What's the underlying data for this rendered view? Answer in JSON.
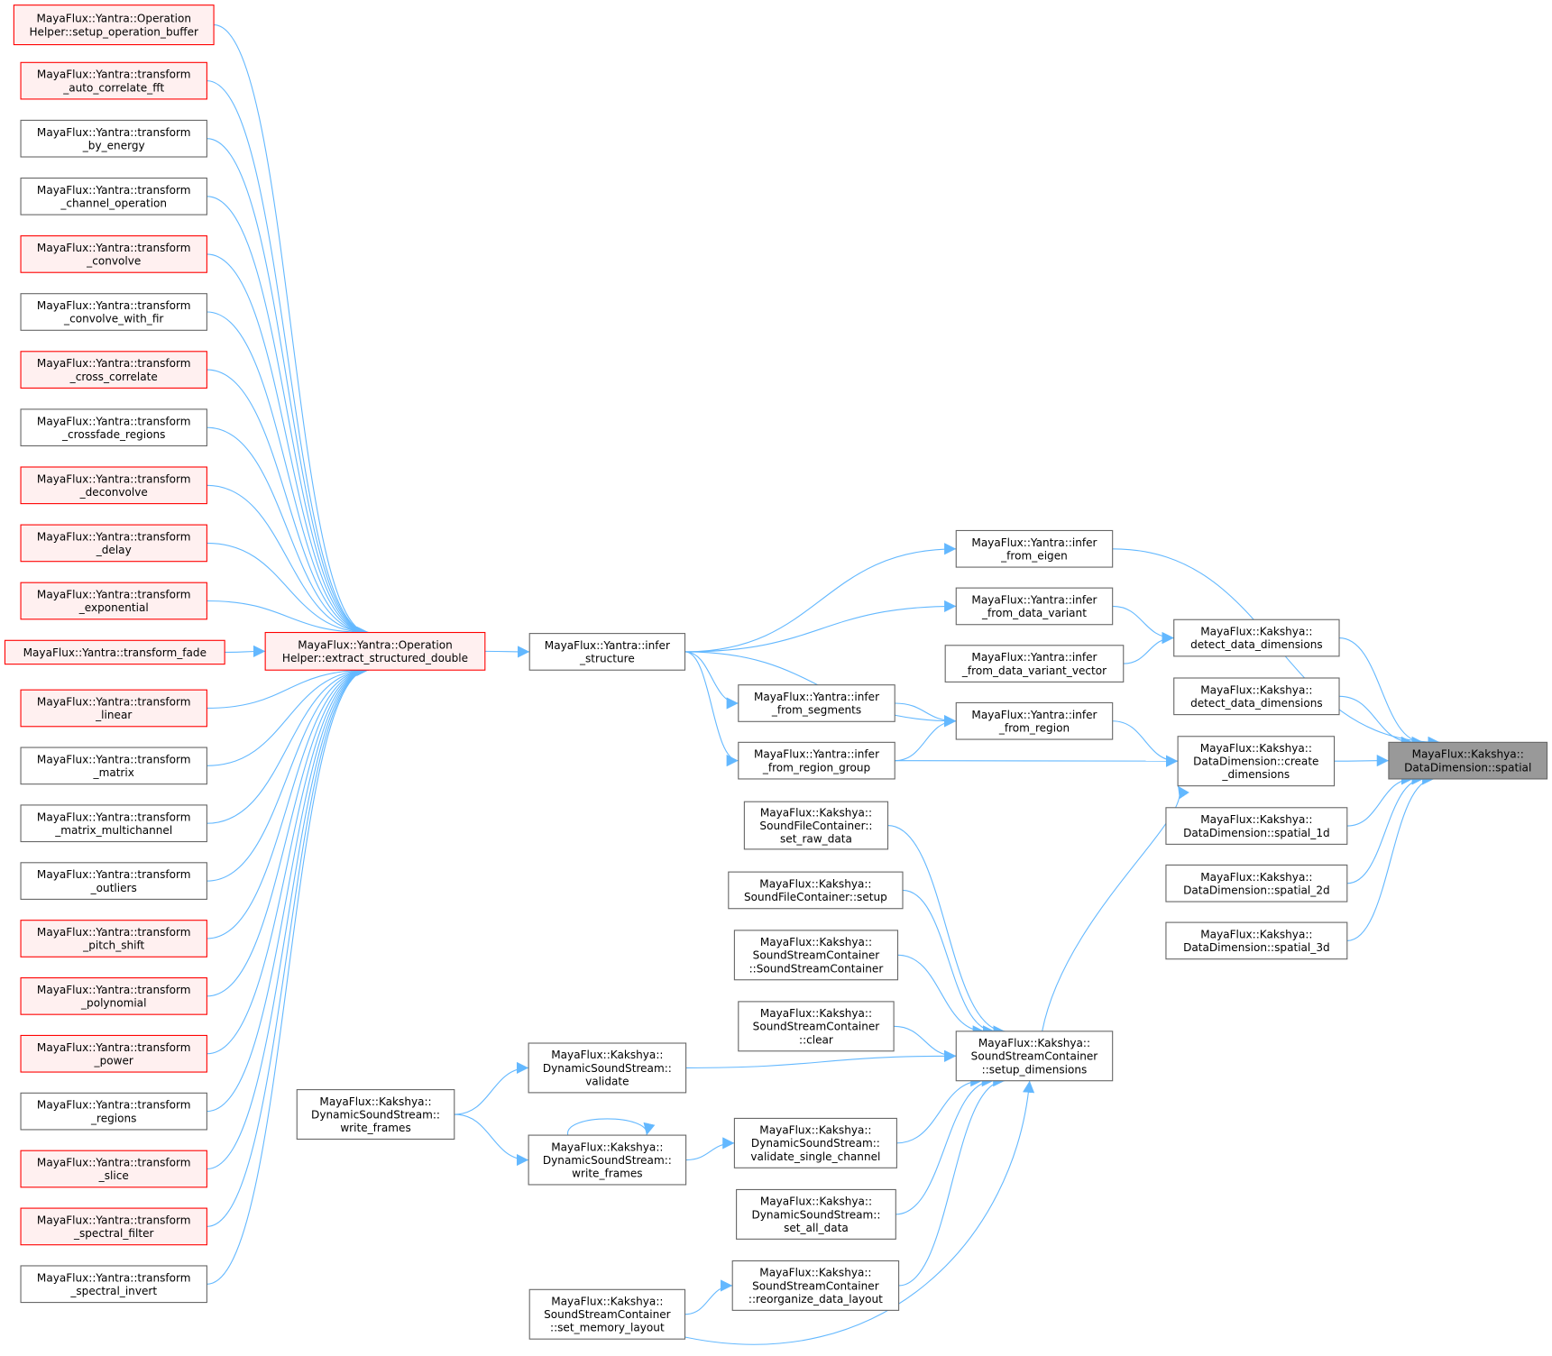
{
  "graph": {
    "colors": {
      "edge": "#63b8ff",
      "normal_border": "#666666",
      "normal_fill": "#ffffff",
      "red_border": "#ff0000",
      "red_fill": "#fff0f0",
      "focus_fill": "#999999",
      "focus_border": "#666666"
    },
    "nodes": [
      {
        "id": "setup_operation_buffer",
        "style": "red",
        "lines": [
          "MayaFlux::Yantra::Operation",
          "Helper::setup_operation_buffer"
        ]
      },
      {
        "id": "auto_correlate_fft",
        "style": "red",
        "lines": [
          "MayaFlux::Yantra::transform",
          "_auto_correlate_fft"
        ]
      },
      {
        "id": "by_energy",
        "style": "normal",
        "lines": [
          "MayaFlux::Yantra::transform",
          "_by_energy"
        ]
      },
      {
        "id": "channel_operation",
        "style": "normal",
        "lines": [
          "MayaFlux::Yantra::transform",
          "_channel_operation"
        ]
      },
      {
        "id": "convolve",
        "style": "red",
        "lines": [
          "MayaFlux::Yantra::transform",
          "_convolve"
        ]
      },
      {
        "id": "convolve_with_fir",
        "style": "normal",
        "lines": [
          "MayaFlux::Yantra::transform",
          "_convolve_with_fir"
        ]
      },
      {
        "id": "cross_correlate",
        "style": "red",
        "lines": [
          "MayaFlux::Yantra::transform",
          "_cross_correlate"
        ]
      },
      {
        "id": "crossfade_regions",
        "style": "normal",
        "lines": [
          "MayaFlux::Yantra::transform",
          "_crossfade_regions"
        ]
      },
      {
        "id": "deconvolve",
        "style": "red",
        "lines": [
          "MayaFlux::Yantra::transform",
          "_deconvolve"
        ]
      },
      {
        "id": "delay",
        "style": "red",
        "lines": [
          "MayaFlux::Yantra::transform",
          "_delay"
        ]
      },
      {
        "id": "exponential",
        "style": "red",
        "lines": [
          "MayaFlux::Yantra::transform",
          "_exponential"
        ]
      },
      {
        "id": "fade",
        "style": "red",
        "lines": [
          "MayaFlux::Yantra::transform_fade"
        ]
      },
      {
        "id": "linear",
        "style": "red",
        "lines": [
          "MayaFlux::Yantra::transform",
          "_linear"
        ]
      },
      {
        "id": "matrix",
        "style": "normal",
        "lines": [
          "MayaFlux::Yantra::transform",
          "_matrix"
        ]
      },
      {
        "id": "matrix_multichannel",
        "style": "normal",
        "lines": [
          "MayaFlux::Yantra::transform",
          "_matrix_multichannel"
        ]
      },
      {
        "id": "outliers",
        "style": "normal",
        "lines": [
          "MayaFlux::Yantra::transform",
          "_outliers"
        ]
      },
      {
        "id": "pitch_shift",
        "style": "red",
        "lines": [
          "MayaFlux::Yantra::transform",
          "_pitch_shift"
        ]
      },
      {
        "id": "polynomial",
        "style": "red",
        "lines": [
          "MayaFlux::Yantra::transform",
          "_polynomial"
        ]
      },
      {
        "id": "power",
        "style": "red",
        "lines": [
          "MayaFlux::Yantra::transform",
          "_power"
        ]
      },
      {
        "id": "regions",
        "style": "normal",
        "lines": [
          "MayaFlux::Yantra::transform",
          "_regions"
        ]
      },
      {
        "id": "slice",
        "style": "red",
        "lines": [
          "MayaFlux::Yantra::transform",
          "_slice"
        ]
      },
      {
        "id": "spectral_filter",
        "style": "red",
        "lines": [
          "MayaFlux::Yantra::transform",
          "_spectral_filter"
        ]
      },
      {
        "id": "spectral_invert",
        "style": "normal",
        "lines": [
          "MayaFlux::Yantra::transform",
          "_spectral_invert"
        ]
      },
      {
        "id": "extract_structured_double",
        "style": "red",
        "lines": [
          "MayaFlux::Yantra::Operation",
          "Helper::extract_structured_double"
        ]
      },
      {
        "id": "infer_structure",
        "style": "normal",
        "lines": [
          "MayaFlux::Yantra::infer",
          "_structure"
        ]
      },
      {
        "id": "infer_from_eigen",
        "style": "normal",
        "lines": [
          "MayaFlux::Yantra::infer",
          "_from_eigen"
        ]
      },
      {
        "id": "infer_from_data_variant",
        "style": "normal",
        "lines": [
          "MayaFlux::Yantra::infer",
          "_from_data_variant"
        ]
      },
      {
        "id": "infer_from_data_variant_vector",
        "style": "normal",
        "lines": [
          "MayaFlux::Yantra::infer",
          "_from_data_variant_vector"
        ]
      },
      {
        "id": "infer_from_region",
        "style": "normal",
        "lines": [
          "MayaFlux::Yantra::infer",
          "_from_region"
        ]
      },
      {
        "id": "infer_from_segments",
        "style": "normal",
        "lines": [
          "MayaFlux::Yantra::infer",
          "_from_segments"
        ]
      },
      {
        "id": "infer_from_region_group",
        "style": "normal",
        "lines": [
          "MayaFlux::Yantra::infer",
          "_from_region_group"
        ]
      },
      {
        "id": "detect_data_dimensions_1",
        "style": "normal",
        "lines": [
          "MayaFlux::Kakshya::",
          "detect_data_dimensions"
        ]
      },
      {
        "id": "detect_data_dimensions_2",
        "style": "normal",
        "lines": [
          "MayaFlux::Kakshya::",
          "detect_data_dimensions"
        ]
      },
      {
        "id": "create_dimensions",
        "style": "normal",
        "lines": [
          "MayaFlux::Kakshya::",
          "DataDimension::create",
          "_dimensions"
        ]
      },
      {
        "id": "spatial",
        "style": "focus",
        "lines": [
          "MayaFlux::Kakshya::",
          "DataDimension::spatial"
        ]
      },
      {
        "id": "spatial_1d",
        "style": "normal",
        "lines": [
          "MayaFlux::Kakshya::",
          "DataDimension::spatial_1d"
        ]
      },
      {
        "id": "spatial_2d",
        "style": "normal",
        "lines": [
          "MayaFlux::Kakshya::",
          "DataDimension::spatial_2d"
        ]
      },
      {
        "id": "spatial_3d",
        "style": "normal",
        "lines": [
          "MayaFlux::Kakshya::",
          "DataDimension::spatial_3d"
        ]
      },
      {
        "id": "set_raw_data",
        "style": "normal",
        "lines": [
          "MayaFlux::Kakshya::",
          "SoundFileContainer::",
          "set_raw_data"
        ]
      },
      {
        "id": "sfc_setup",
        "style": "normal",
        "lines": [
          "MayaFlux::Kakshya::",
          "SoundFileContainer::setup"
        ]
      },
      {
        "id": "ssc_ctor",
        "style": "normal",
        "lines": [
          "MayaFlux::Kakshya::",
          "SoundStreamContainer",
          "::SoundStreamContainer"
        ]
      },
      {
        "id": "ssc_clear",
        "style": "normal",
        "lines": [
          "MayaFlux::Kakshya::",
          "SoundStreamContainer",
          "::clear"
        ]
      },
      {
        "id": "setup_dimensions",
        "style": "normal",
        "lines": [
          "MayaFlux::Kakshya::",
          "SoundStreamContainer",
          "::setup_dimensions"
        ]
      },
      {
        "id": "dss_validate",
        "style": "normal",
        "lines": [
          "MayaFlux::Kakshya::",
          "DynamicSoundStream::",
          "validate"
        ]
      },
      {
        "id": "dss_write_frames_left",
        "style": "normal",
        "lines": [
          "MayaFlux::Kakshya::",
          "DynamicSoundStream::",
          "write_frames"
        ]
      },
      {
        "id": "dss_write_frames_right",
        "style": "normal",
        "lines": [
          "MayaFlux::Kakshya::",
          "DynamicSoundStream::",
          "write_frames"
        ]
      },
      {
        "id": "validate_single_channel",
        "style": "normal",
        "lines": [
          "MayaFlux::Kakshya::",
          "DynamicSoundStream::",
          "validate_single_channel"
        ]
      },
      {
        "id": "set_all_data",
        "style": "normal",
        "lines": [
          "MayaFlux::Kakshya::",
          "DynamicSoundStream::",
          "set_all_data"
        ]
      },
      {
        "id": "reorganize_data_layout",
        "style": "normal",
        "lines": [
          "MayaFlux::Kakshya::",
          "SoundStreamContainer",
          "::reorganize_data_layout"
        ]
      },
      {
        "id": "set_memory_layout",
        "style": "normal",
        "lines": [
          "MayaFlux::Kakshya::",
          "SoundStreamContainer",
          "::set_memory_layout"
        ]
      }
    ],
    "edges": [
      [
        "setup_operation_buffer",
        "extract_structured_double"
      ],
      [
        "auto_correlate_fft",
        "extract_structured_double"
      ],
      [
        "by_energy",
        "extract_structured_double"
      ],
      [
        "channel_operation",
        "extract_structured_double"
      ],
      [
        "convolve",
        "extract_structured_double"
      ],
      [
        "convolve_with_fir",
        "extract_structured_double"
      ],
      [
        "cross_correlate",
        "extract_structured_double"
      ],
      [
        "crossfade_regions",
        "extract_structured_double"
      ],
      [
        "deconvolve",
        "extract_structured_double"
      ],
      [
        "delay",
        "extract_structured_double"
      ],
      [
        "exponential",
        "extract_structured_double"
      ],
      [
        "fade",
        "extract_structured_double"
      ],
      [
        "linear",
        "extract_structured_double"
      ],
      [
        "matrix",
        "extract_structured_double"
      ],
      [
        "matrix_multichannel",
        "extract_structured_double"
      ],
      [
        "outliers",
        "extract_structured_double"
      ],
      [
        "pitch_shift",
        "extract_structured_double"
      ],
      [
        "polynomial",
        "extract_structured_double"
      ],
      [
        "power",
        "extract_structured_double"
      ],
      [
        "regions",
        "extract_structured_double"
      ],
      [
        "slice",
        "extract_structured_double"
      ],
      [
        "spectral_filter",
        "extract_structured_double"
      ],
      [
        "spectral_invert",
        "extract_structured_double"
      ],
      [
        "extract_structured_double",
        "infer_structure"
      ],
      [
        "infer_structure",
        "infer_from_eigen"
      ],
      [
        "infer_structure",
        "infer_from_data_variant"
      ],
      [
        "infer_structure",
        "infer_from_region"
      ],
      [
        "infer_structure",
        "infer_from_segments"
      ],
      [
        "infer_structure",
        "infer_from_region_group"
      ],
      [
        "infer_from_segments",
        "infer_from_region"
      ],
      [
        "infer_from_region_group",
        "infer_from_region"
      ],
      [
        "infer_from_region_group",
        "create_dimensions"
      ],
      [
        "infer_from_data_variant",
        "detect_data_dimensions_1"
      ],
      [
        "infer_from_data_variant_vector",
        "detect_data_dimensions_1"
      ],
      [
        "infer_from_region",
        "create_dimensions"
      ],
      [
        "infer_from_eigen",
        "spatial"
      ],
      [
        "detect_data_dimensions_1",
        "spatial"
      ],
      [
        "detect_data_dimensions_2",
        "spatial"
      ],
      [
        "create_dimensions",
        "spatial"
      ],
      [
        "spatial_1d",
        "spatial"
      ],
      [
        "spatial_2d",
        "spatial"
      ],
      [
        "spatial_3d",
        "spatial"
      ],
      [
        "set_raw_data",
        "setup_dimensions"
      ],
      [
        "sfc_setup",
        "setup_dimensions"
      ],
      [
        "ssc_ctor",
        "setup_dimensions"
      ],
      [
        "ssc_clear",
        "setup_dimensions"
      ],
      [
        "dss_validate",
        "setup_dimensions"
      ],
      [
        "validate_single_channel",
        "setup_dimensions"
      ],
      [
        "set_all_data",
        "setup_dimensions"
      ],
      [
        "reorganize_data_layout",
        "setup_dimensions"
      ],
      [
        "set_memory_layout",
        "setup_dimensions"
      ],
      [
        "setup_dimensions",
        "create_dimensions"
      ],
      [
        "dss_write_frames_left",
        "dss_validate"
      ],
      [
        "dss_write_frames_left",
        "dss_write_frames_right"
      ],
      [
        "dss_write_frames_right",
        "validate_single_channel"
      ],
      [
        "dss_write_frames_right",
        "dss_write_frames_right"
      ],
      [
        "set_memory_layout",
        "reorganize_data_layout"
      ]
    ]
  }
}
